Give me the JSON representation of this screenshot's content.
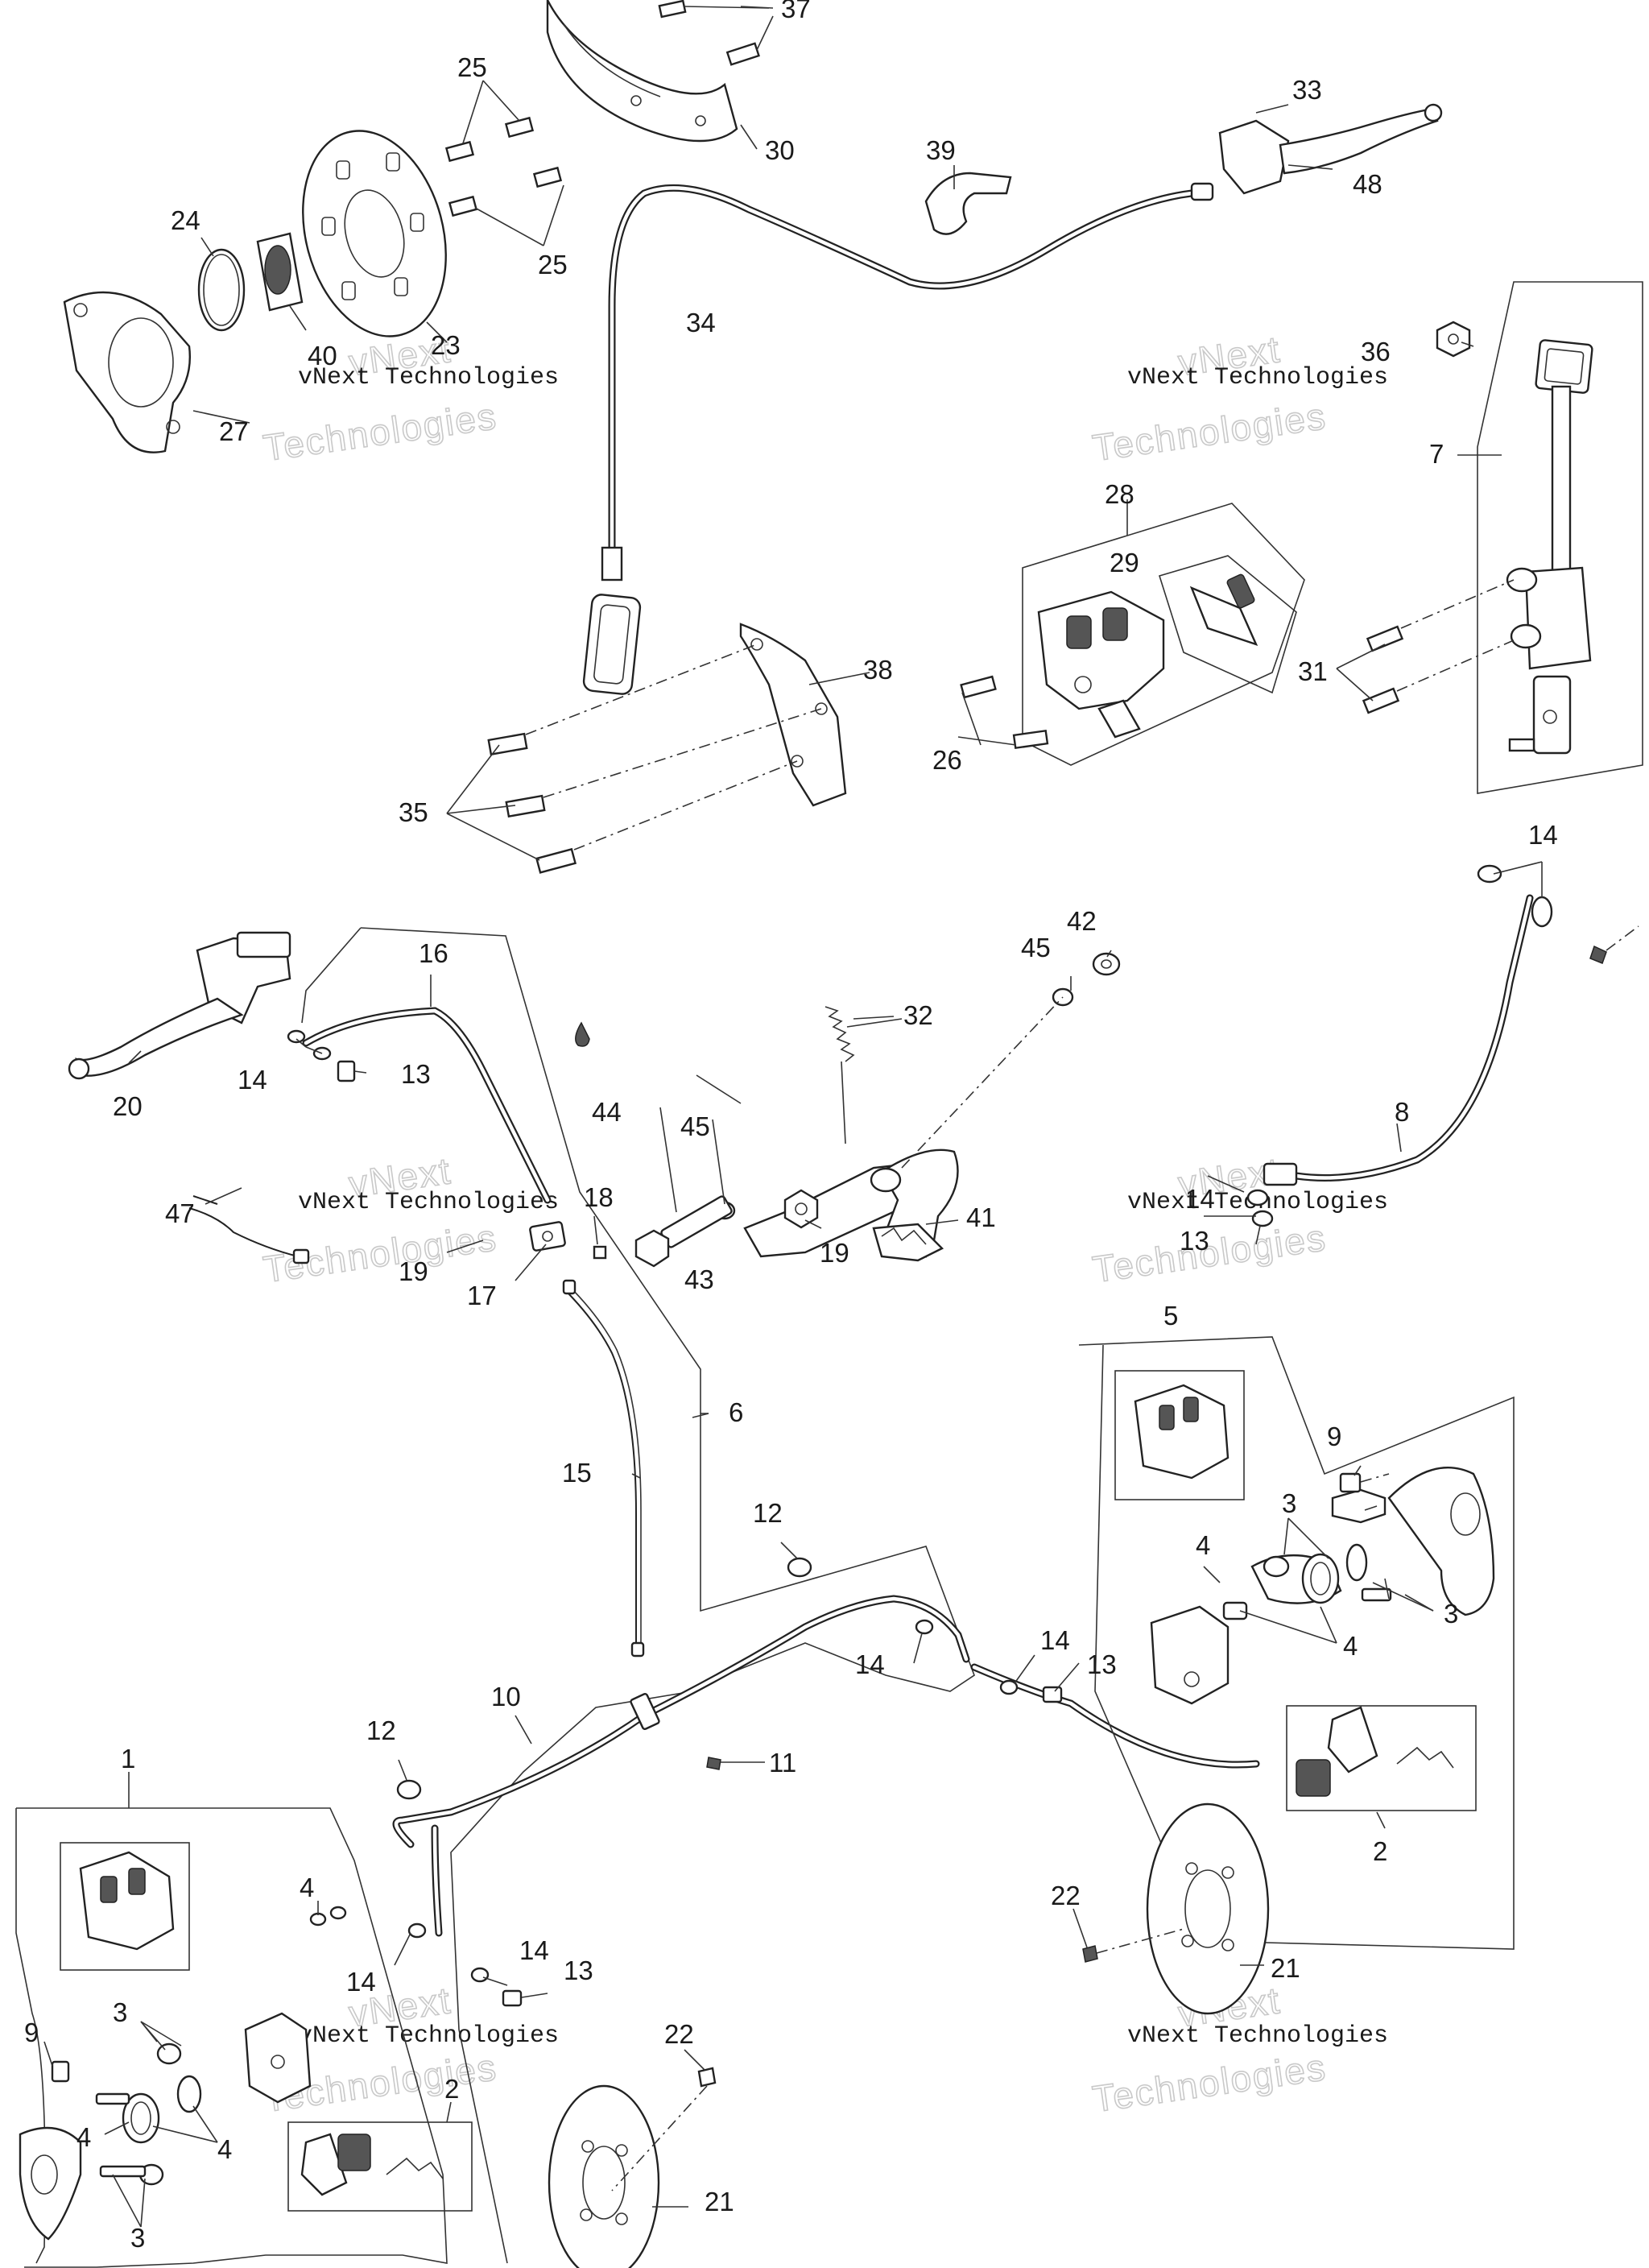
{
  "callouts": {
    "c1": "1",
    "c2a": "2",
    "c2b": "2",
    "c3a": "3",
    "c3b": "3",
    "c3c": "3",
    "c3d": "3",
    "c4a": "4",
    "c4b": "4",
    "c4c": "4",
    "c4d": "4",
    "c4e": "4",
    "c5": "5",
    "c6": "6",
    "c7": "7",
    "c8": "8",
    "c9a": "9",
    "c9b": "9",
    "c10": "10",
    "c11": "11",
    "c12a": "12",
    "c12b": "12",
    "c13a": "13",
    "c13b": "13",
    "c13c": "13",
    "c13d": "13",
    "c14a": "14",
    "c14b": "14",
    "c14c": "14",
    "c14d": "14",
    "c14e": "14",
    "c14f": "14",
    "c14g": "14",
    "c15": "15",
    "c16": "16",
    "c17": "17",
    "c18": "18",
    "c19a": "19",
    "c19b": "19",
    "c20": "20",
    "c21a": "21",
    "c21b": "21",
    "c22a": "22",
    "c22b": "22",
    "c23": "23",
    "c24": "24",
    "c25a": "25",
    "c25b": "25",
    "c26": "26",
    "c27": "27",
    "c28": "28",
    "c29": "29",
    "c30": "30",
    "c31": "31",
    "c32": "32",
    "c33": "33",
    "c34": "34",
    "c35": "35",
    "c36": "36",
    "c37": "37",
    "c38": "38",
    "c39": "39",
    "c40": "40",
    "c41": "41",
    "c42": "42",
    "c43": "43",
    "c44": "44",
    "c45a": "45",
    "c45b": "45",
    "c47": "47",
    "c48": "48"
  },
  "watermark": {
    "line1": "vNext Technologies",
    "line2": "vNext",
    "line3": "Technologies"
  }
}
